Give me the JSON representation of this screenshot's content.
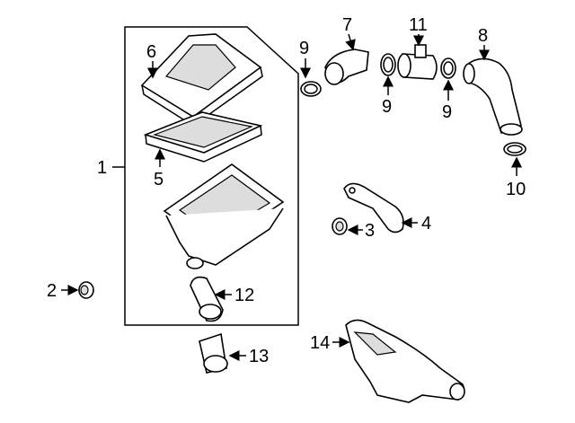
{
  "diagram": {
    "callouts": [
      {
        "id": "c1",
        "number": "1"
      },
      {
        "id": "c2",
        "number": "2"
      },
      {
        "id": "c3",
        "number": "3"
      },
      {
        "id": "c4",
        "number": "4"
      },
      {
        "id": "c5",
        "number": "5"
      },
      {
        "id": "c6",
        "number": "6"
      },
      {
        "id": "c7",
        "number": "7"
      },
      {
        "id": "c8",
        "number": "8"
      },
      {
        "id": "c9a",
        "number": "9"
      },
      {
        "id": "c9b",
        "number": "9"
      },
      {
        "id": "c9c",
        "number": "9"
      },
      {
        "id": "c10",
        "number": "10"
      },
      {
        "id": "c11",
        "number": "11"
      },
      {
        "id": "c12",
        "number": "12"
      },
      {
        "id": "c13",
        "number": "13"
      },
      {
        "id": "c14",
        "number": "14"
      }
    ]
  }
}
